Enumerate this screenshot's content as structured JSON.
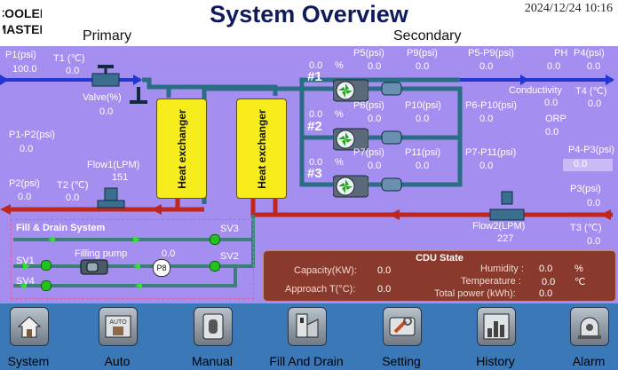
{
  "header": {
    "title": "System Overview",
    "datetime": "2024/12/24  10:16",
    "primary_label": "Primary",
    "secondary_label": "Secondary"
  },
  "sensors": {
    "p1_label": "P1(psi)",
    "p1_value": "100.0",
    "t1_label": "T1 (℃)",
    "t1_value": "0.0",
    "valve_label": "Valve(%)",
    "valve_value": "0.0",
    "p1p2_label": "P1-P2(psi)",
    "p1p2_value": "0.0",
    "flow1_label": "Flow1(LPM)",
    "flow1_value": "151",
    "p2_label": "P2(psi)",
    "p2_value": "0.0",
    "t2_label": "T2 (℃)",
    "t2_value": "0.0",
    "p5_label": "P5(psi)",
    "p5_value": "0.0",
    "p9_label": "P9(psi)",
    "p9_value": "0.0",
    "p5p9_label": "P5-P9(psi)",
    "p5p9_value": "0.0",
    "ph_label": "PH",
    "ph_value": "0.0",
    "p4_label": "P4(psi)",
    "p4_value": "0.0",
    "conductivity_label": "Conductivity",
    "conductivity_value": "0.0",
    "t4_label": "T4 (℃)",
    "t4_value": "0.0",
    "p6_label": "P6(psi)",
    "p6_value": "0.0",
    "p10_label": "P10(psi)",
    "p10_value": "0.0",
    "p6p10_label": "P6-P10(psi)",
    "p6p10_value": "0.0",
    "orp_label": "ORP",
    "orp_value": "0.0",
    "p7_label": "P7(psi)",
    "p7_value": "0.0",
    "p11_label": "P11(psi)",
    "p11_value": "0.0",
    "p7p11_label": "P7-P11(psi)",
    "p7p11_value": "0.0",
    "p4p3_label": "P4-P3(psi)",
    "p4p3_value": "0.0",
    "p3_label": "P3(psi)",
    "p3_value": "0.0",
    "flow2_label": "Flow2(LPM)",
    "flow2_value": "227",
    "t3_label": "T3 (℃)",
    "t3_value": "0.0"
  },
  "pumps": [
    {
      "id": "#1",
      "speed": "0.0",
      "unit": "%"
    },
    {
      "id": "#2",
      "speed": "0.0",
      "unit": "%"
    },
    {
      "id": "#3",
      "speed": "0.0",
      "unit": "%"
    }
  ],
  "heat_exchangers": [
    "Heat exchanger",
    "Heat exchanger"
  ],
  "fill_drain": {
    "title": "Fill & Drain System",
    "filling_pump_label": "Filling pump",
    "filling_pump_value": "0.0",
    "p8_label": "P8",
    "sv1": "SV1",
    "sv2": "SV2",
    "sv3": "SV3",
    "sv4": "SV4"
  },
  "cdu": {
    "title": "CDU State",
    "capacity_label": "Capacity(KW):",
    "capacity_value": "0.0",
    "approach_label": "Approach T(°C):",
    "approach_value": "0.0",
    "humidity_label": "Humidity :",
    "humidity_value": "0.0",
    "humidity_unit": "%",
    "temperature_label": "Temperature :",
    "temperature_value": "0.0",
    "temperature_unit": "℃",
    "total_power_label": "Total power (kWh):",
    "total_power_value": "0.0"
  },
  "nav": [
    {
      "label": "System",
      "icon": "home-icon"
    },
    {
      "label": "Auto",
      "icon": "auto-icon",
      "icon_text": "AUTO"
    },
    {
      "label": "Manual",
      "icon": "manual-icon"
    },
    {
      "label": "Fill And Drain",
      "icon": "fill-drain-icon"
    },
    {
      "label": "Setting",
      "icon": "settings-icon"
    },
    {
      "label": "History",
      "icon": "history-icon"
    },
    {
      "label": "Alarm",
      "icon": "alarm-icon"
    }
  ],
  "colors": {
    "panel": "#a48ef0",
    "pipe_hot": "#c0261b",
    "pipe_cool": "#2a6e86",
    "pipe_supply": "#2437d0",
    "fill_pipe": "#3b7f78",
    "navbar": "#3a78b8",
    "cdu_box": "#8a3a2c"
  }
}
